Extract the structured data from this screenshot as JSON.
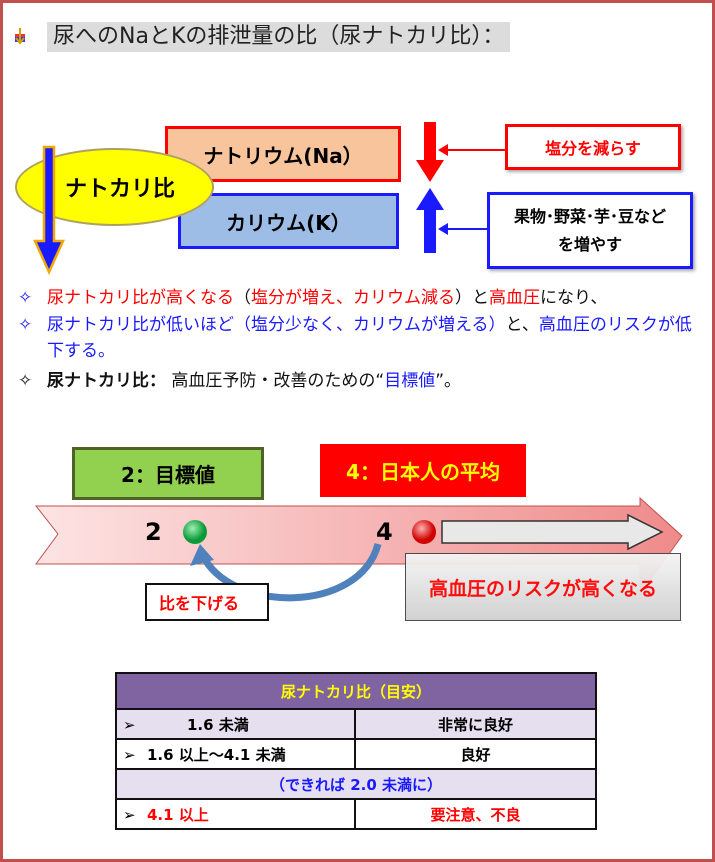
{
  "title": "尿へのNaとKの排泄量の比（尿ナトカリ比）：",
  "diagram": {
    "ratio_label": "ナトカリ比",
    "sodium": "ナトリウム(Na）",
    "potassium": "カリウム(K）",
    "reduce_salt": "塩分を減らす",
    "increase_foods_1": "果物･野菜･芋･豆など",
    "increase_foods_2": "を増やす"
  },
  "bullets": [
    {
      "p1": "尿ナトカリ比が高くなる",
      "p2": "（",
      "p3": "塩分が増え、カリウム減る",
      "p4": "）と",
      "p5": "高血圧",
      "p6": "になり、"
    },
    {
      "p1": "尿ナトカリ比が低いほど（塩分少なく、カリウムが増える）",
      "p2": "と、",
      "p3": "高血圧のリスクが低下する。"
    },
    {
      "p1": "尿ナトカリ比：",
      "p2": "高血圧予防・改善のための“",
      "p3": "目標値",
      "p4": "”。"
    }
  ],
  "scale": {
    "target_label": "2：目標値",
    "average_label": "4：日本人の平均",
    "val_target": "2",
    "val_average": "4",
    "lower_label": "比を下げる",
    "risk_label": "高血圧のリスクが高くなる"
  },
  "table": {
    "header": "尿ナトカリ比（目安）",
    "rows": [
      {
        "range": "1.6 未満",
        "eval": "非常に良好"
      },
      {
        "range": "1.6 以上～4.1 未満",
        "eval": "良好"
      },
      {
        "note": "（できれば 2.0 未満に）"
      },
      {
        "range": "4.1 以上",
        "eval": "要注意、不良"
      }
    ]
  }
}
